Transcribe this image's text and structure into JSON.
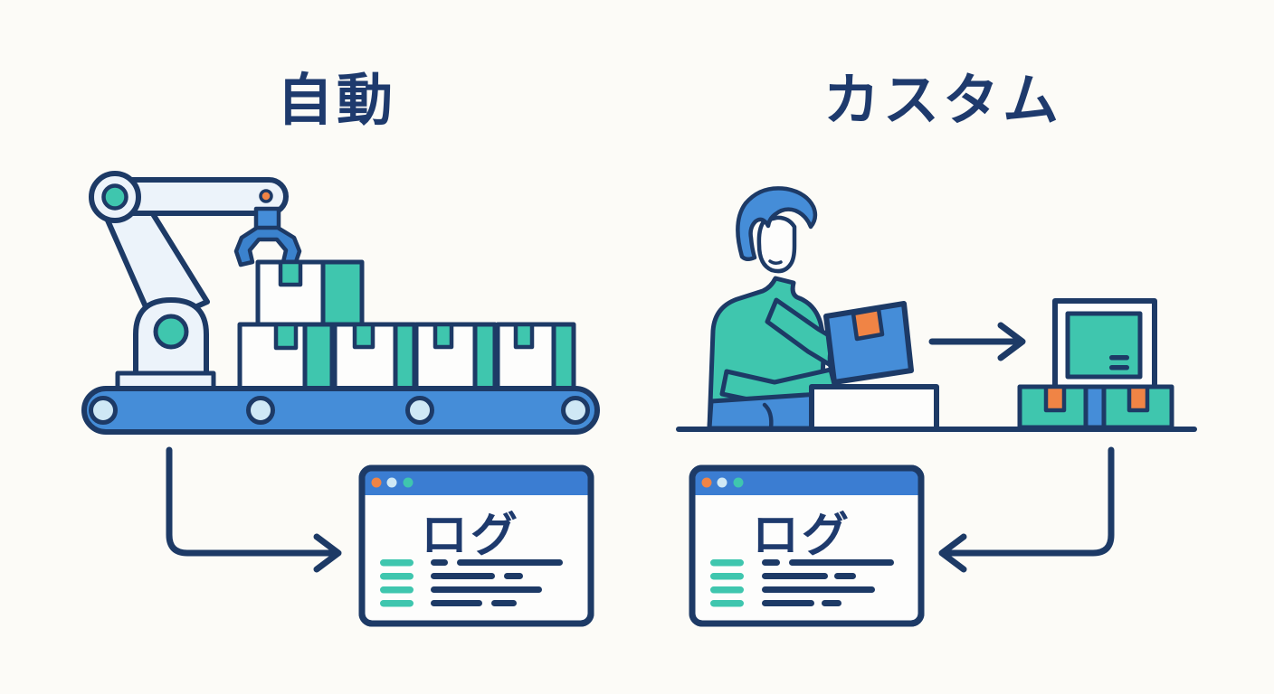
{
  "scenes": {
    "auto": {
      "title": "自動",
      "log_window": {
        "title": "ログ"
      }
    },
    "custom": {
      "title": "カスタム",
      "log_window": {
        "title": "ログ"
      }
    }
  },
  "colors": {
    "outline_navy": "#1d3a66",
    "title_text": "#1e3a6d",
    "blue": "#458dd8",
    "gripper_blue": "#3b82cd",
    "teal": "#3fc6ae",
    "orange": "#f08445",
    "machine_light": "#ecf3fa",
    "window_title_bar": "#3b7dd2",
    "window_dot_orange": "#f08445",
    "window_dot_light": "#cfe8f5",
    "window_dot_teal": "#41c7ad",
    "background": "#fcfbf7"
  }
}
